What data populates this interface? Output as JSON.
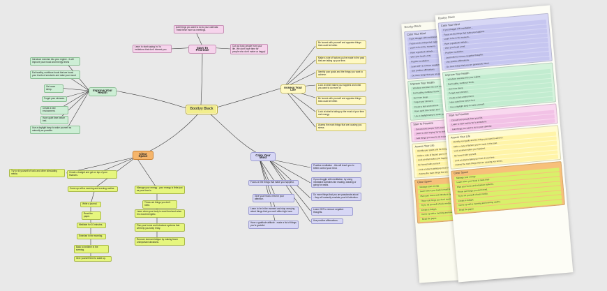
{
  "central": "Bootlyy Black",
  "branches": {
    "priorities": {
      "label": "Start To Prioritize",
      "items": [
        "Add things you want to do to your calendar. Treat these more as meetings.",
        "Learn to start saying 'no' to invitations that don't interest you.",
        "Cut out toxic people from your life. We don't have time for people who don't make us happy!"
      ]
    },
    "health": {
      "label": "Improve Your Health",
      "items": [
        "Introduce exercise into your regime - it will improve your mood and energy levels",
        "Eat healthy, nutritious foods that we boost your levels of serotonin and raise your mood",
        "Get more sleep.",
        "Forget your stresses.",
        "Create a bed environment.",
        "Have quiet time before bed.",
        "Use a daylight lamp to wake yourself as naturally as possible."
      ]
    },
    "life": {
      "label": "Assess Your Life",
      "items": [
        "Be honest with yourself and appraise things that could be better.",
        "Make a note of factors you've made in the past that are taking up your time.",
        "Identify your goals and the things you want to achieve.",
        "Look at what makes you happiest and what you want to do more of.",
        "Be honest with yourself and appraise things that could be better.",
        "Look at what is taking up the most of your time and energy.",
        "Assess the main things that are causing you stress."
      ]
    },
    "mind": {
      "label": "Calm Your Mind",
      "items": [
        "Practise meditation - this will teach you to better control your mind.",
        "If you struggle with meditation, try using meditative activities like reading, drawing or going for walks.",
        "Do more things that you are passionate about - they will naturally emulate your full attention.",
        "Learn CBT to remove negative thoughts.",
        "Use positive affirmations.",
        "Focus on the things that make you happiest.",
        "Give your head a rest for your attention.",
        "Learn to be in the moment and stop worrying about things that you can't affect right now.",
        "Have a gratitude attitude - make a list of things you're grateful."
      ]
    },
    "space": {
      "label": "Clear Space",
      "items": [
        "Try to rid yourself of toxic and other stimulating media.",
        "Create a budget and get on top of your finances.",
        "Come up with a morning and evening routine.",
        "Write a journal.",
        "Read the paper.",
        "Meditate for 10 minutes.",
        "Exercise in the morning.",
        "Back to bedtime in the evening.",
        "Give yourself time to wake up.",
        "Manage your energy - your energy is finite just as your time is.",
        "Throw out things you don't need.",
        "Learn when your body is most tired and when it is most energetic.",
        "Plan your home and introduce systems that will help you keep it tidy.",
        "Recover dormant fatigue by making fewer unimportant decisions."
      ]
    }
  },
  "pages": {
    "title": "Bootlyy Black",
    "sections": [
      {
        "title": "Calm Your Mind",
        "items": [
          "If you struggle with meditation...",
          "Focus on the things that make you happiest.",
          "Learn to be in the moment...",
          "Have a gratitude attitude...",
          "Give your head a rest.",
          "Practise meditation.",
          "Learn CBT to remove negative thoughts.",
          "Use positive affirmations.",
          "Do more things that you are passionate about."
        ]
      },
      {
        "title": "Improve Your Health",
        "items": [
          "Introduce exercise into your regime.",
          "Eat healthy, nutritious foods.",
          "Get more sleep.",
          "Forget your stresses.",
          "Create a bed environment.",
          "Have quiet time before bed.",
          "Use a daylight lamp to wake yourself."
        ]
      },
      {
        "title": "Start To Prioritize",
        "items": [
          "Cut out toxic people from your life.",
          "Learn to start saying 'no' to invitations.",
          "Add things you want to do to your calendar."
        ]
      },
      {
        "title": "Assess Your Life",
        "items": [
          "Identify your goals and the things you want to achieve.",
          "Make a note of factors you've made in the past.",
          "Look at what makes you happiest.",
          "Be honest with yourself.",
          "Look at what is taking up most of your time.",
          "Assess the main things that are causing you stress."
        ]
      },
      {
        "title": "Clear Space",
        "items": [
          "Manage your energy.",
          "Learn when your body is most tired.",
          "Plan your home and introduce systems.",
          "Throw out things you don't need.",
          "Try to rid yourself of toxic media.",
          "Create a budget.",
          "Come up with a morning and evening routine.",
          "Read the paper."
        ]
      }
    ]
  },
  "colors": {
    "health": "#cdeed5",
    "priorities": "#f6d4ec",
    "life": "#fff9c2",
    "mind": "#d7d7f5",
    "space": "#f5b56b",
    "lime": "#e6f67e"
  }
}
